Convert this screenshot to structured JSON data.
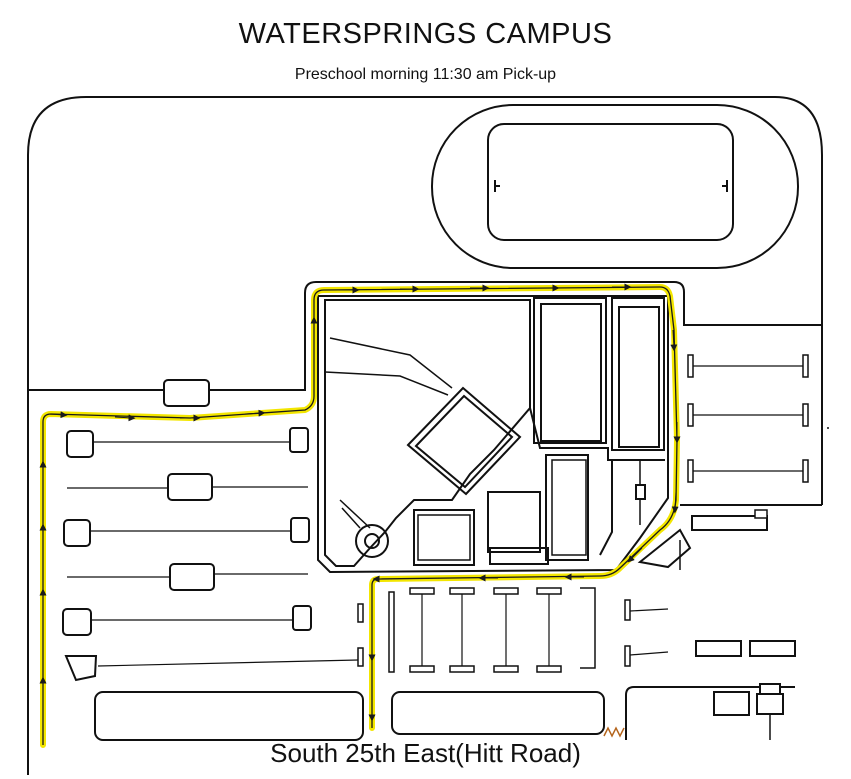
{
  "map": {
    "title": "WATERSPRINGS CAMPUS",
    "subtitle": "Preschool morning 11:30 am Pick-up",
    "road_label": "South 25th East(Hitt Road)",
    "colors": {
      "route_highlight": "#f3e600",
      "route_line": "#1a1a1a",
      "outline": "#111111",
      "background": "#ffffff"
    },
    "legend_icons": [
      "route-arrow-icon"
    ]
  }
}
